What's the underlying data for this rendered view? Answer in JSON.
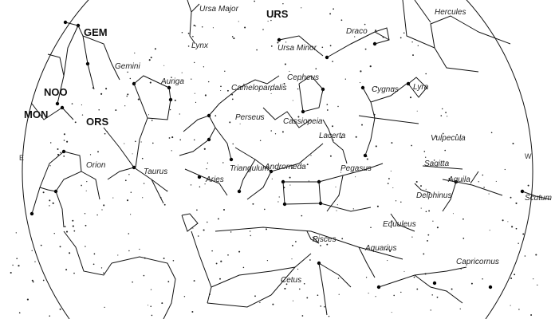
{
  "constellations": [
    "Ursa Major",
    "Hercules",
    "Draco",
    "Lynx",
    "Ursa Minor",
    "Gemini",
    "Auriga",
    "Camelopardalis",
    "Cepheus",
    "Cygnus",
    "Lyra",
    "Perseus",
    "Cassiopeia",
    "Lacerta",
    "Vulpecula",
    "Orion",
    "Taurus",
    "Triangulum",
    "Andromeda",
    "Pegasus",
    "Sagitta",
    "Aries",
    "Aquila",
    "Delphinus",
    "Scutum",
    "Equuleus",
    "Pisces",
    "Aquarius",
    "Capricornus",
    "Cetus"
  ],
  "codes": [
    "URS",
    "GEM",
    "NOO",
    "MON",
    "ORS"
  ],
  "directions": {
    "east": "E",
    "west": "W"
  }
}
